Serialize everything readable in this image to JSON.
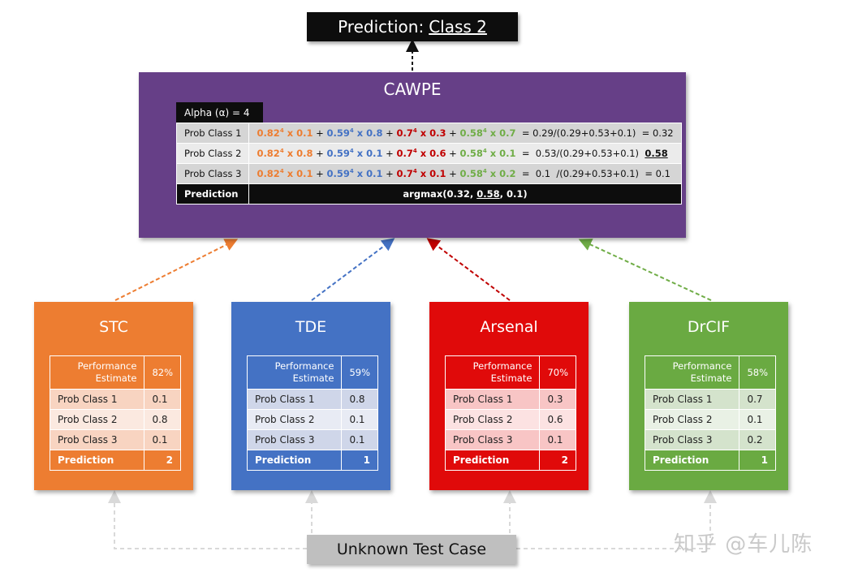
{
  "top_prediction": {
    "prefix": "Prediction:",
    "value": "Class 2"
  },
  "cawpe": {
    "title": "CAWPE",
    "alpha": "Alpha (α) = 4",
    "rows": [
      {
        "label": "Prob Class 1",
        "terms": [
          {
            "base": "0.82",
            "exp": "4",
            "factor": " x 0.1"
          },
          {
            "base": "0.59",
            "exp": "4",
            "factor": " x 0.8"
          },
          {
            "base": "0.7",
            "exp": "4",
            "factor": " x 0.3"
          },
          {
            "base": "0.58",
            "exp": "4",
            "factor": " x 0.7"
          }
        ],
        "rest": "  = 0.29/(0.29+0.53+0.1)  = ",
        "result": "0.32"
      },
      {
        "label": "Prob Class 2",
        "terms": [
          {
            "base": "0.82",
            "exp": "4",
            "factor": " x 0.8"
          },
          {
            "base": "0.59",
            "exp": "4",
            "factor": " x 0.1"
          },
          {
            "base": "0.7",
            "exp": "4",
            "factor": " x 0.6"
          },
          {
            "base": "0.58",
            "exp": "4",
            "factor": " x 0.1"
          }
        ],
        "rest": "  =  0.53/(0.29+0.53+0.1)  ",
        "result": "0.58"
      },
      {
        "label": "Prob Class 3",
        "terms": [
          {
            "base": "0.82",
            "exp": "4",
            "factor": " x 0.1"
          },
          {
            "base": "0.59",
            "exp": "4",
            "factor": " x 0.1"
          },
          {
            "base": "0.7",
            "exp": "4",
            "factor": " x 0.1"
          },
          {
            "base": "0.58",
            "exp": "4",
            "factor": " x 0.2"
          }
        ],
        "rest": "  =  0.1  /(0.29+0.53+0.1)  = ",
        "result": "0.1"
      }
    ],
    "prediction_label": "Prediction",
    "prediction_prefix": "argmax(0.32, ",
    "prediction_max": "0.58",
    "prediction_suffix": ", 0.1)"
  },
  "term_colors": [
    "#ed7d31",
    "#4472c4",
    "#c00000",
    "#70ad47"
  ],
  "plus": " + ",
  "classifiers": [
    {
      "name": "STC",
      "color": "#ed7d31",
      "perf_label_1": "Performance",
      "perf_label_2": "Estimate",
      "perf_value": "82%",
      "probs": [
        {
          "label": "Prob Class 1",
          "value": "0.1"
        },
        {
          "label": "Prob Class 2",
          "value": "0.8"
        },
        {
          "label": "Prob Class 3",
          "value": "0.1"
        }
      ],
      "prediction_label": "Prediction",
      "prediction": "2"
    },
    {
      "name": "TDE",
      "color": "#4472c4",
      "perf_label_1": "Performance",
      "perf_label_2": "Estimate",
      "perf_value": "59%",
      "probs": [
        {
          "label": "Prob Class 1",
          "value": "0.8"
        },
        {
          "label": "Prob Class 2",
          "value": "0.1"
        },
        {
          "label": "Prob Class 3",
          "value": "0.1"
        }
      ],
      "prediction_label": "Prediction",
      "prediction": "1"
    },
    {
      "name": "Arsenal",
      "color": "#e00a0a",
      "perf_label_1": "Performance",
      "perf_label_2": "Estimate",
      "perf_value": "70%",
      "probs": [
        {
          "label": "Prob Class 1",
          "value": "0.3"
        },
        {
          "label": "Prob Class 2",
          "value": "0.6"
        },
        {
          "label": "Prob Class 3",
          "value": "0.1"
        }
      ],
      "prediction_label": "Prediction",
      "prediction": "2"
    },
    {
      "name": "DrCIF",
      "color": "#6aaa42",
      "perf_label_1": "Performance",
      "perf_label_2": "Estimate",
      "perf_value": "58%",
      "probs": [
        {
          "label": "Prob Class 1",
          "value": "0.7"
        },
        {
          "label": "Prob Class 2",
          "value": "0.1"
        },
        {
          "label": "Prob Class 3",
          "value": "0.2"
        }
      ],
      "prediction_label": "Prediction",
      "prediction": "1"
    }
  ],
  "input_label": "Unknown Test Case",
  "watermark": "知乎 @车儿陈"
}
